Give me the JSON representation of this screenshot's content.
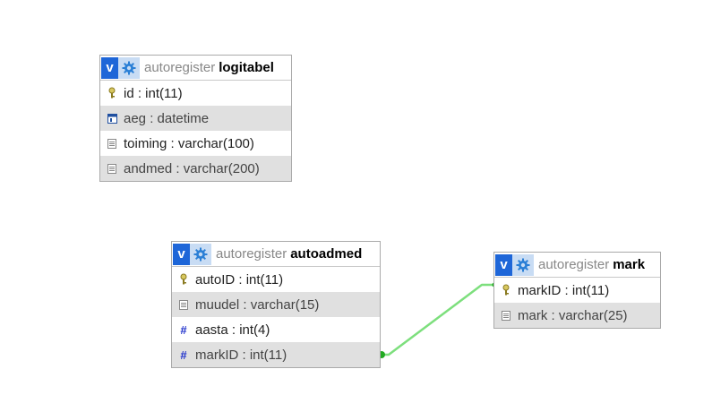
{
  "tables": [
    {
      "id": "logitabel",
      "db": "autoregister",
      "name": "logitabel",
      "columns": [
        {
          "text": "id : int(11)",
          "icon": "key-icon"
        },
        {
          "text": "aeg : datetime",
          "icon": "calendar-icon"
        },
        {
          "text": "toiming : varchar(100)",
          "icon": "text-column-icon"
        },
        {
          "text": "andmed : varchar(200)",
          "icon": "text-column-icon"
        }
      ]
    },
    {
      "id": "autoadmed",
      "db": "autoregister",
      "name": "autoadmed",
      "columns": [
        {
          "text": "autoID : int(11)",
          "icon": "key-icon"
        },
        {
          "text": "muudel : varchar(15)",
          "icon": "text-column-icon"
        },
        {
          "text": "aasta : int(4)",
          "icon": "number-column-icon"
        },
        {
          "text": "markID : int(11)",
          "icon": "number-column-icon"
        }
      ]
    },
    {
      "id": "mark",
      "db": "autoregister",
      "name": "mark",
      "columns": [
        {
          "text": "markID : int(11)",
          "icon": "key-icon"
        },
        {
          "text": "mark : varchar(25)",
          "icon": "text-column-icon"
        }
      ]
    }
  ],
  "header_icons": {
    "view": "v-icon",
    "options": "gear-icon"
  },
  "colors": {
    "header_v": "#1e66d8",
    "header_gear_bg": "#c8dcf4",
    "relation_line": "#7ddf7d",
    "relation_dot": "#22aa22"
  },
  "relations": [
    {
      "from_table": "autoadmed",
      "from_column": "markID",
      "to_table": "mark",
      "to_column": "markID"
    }
  ]
}
